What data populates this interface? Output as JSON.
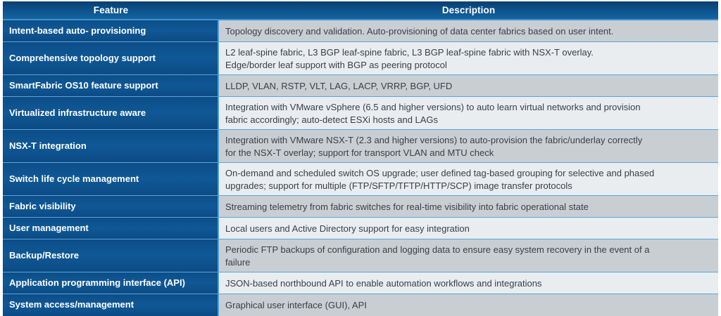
{
  "table": {
    "columns": [
      {
        "key": "feature",
        "label": "Feature"
      },
      {
        "key": "description",
        "label": "Description"
      }
    ],
    "rows": [
      {
        "feature": "Intent-based auto- provisioning",
        "lines": [
          "Topology discovery and validation. Auto-provisioning of data center fabrics based on user intent."
        ]
      },
      {
        "feature": "Comprehensive topology support",
        "lines": [
          "L2 leaf-spine fabric, L3 BGP leaf-spine fabric, L3 BGP leaf-spine fabric with NSX-T overlay.",
          "Edge/border leaf support with BGP as peering protocol"
        ]
      },
      {
        "feature": "SmartFabric OS10 feature support",
        "lines": [
          "LLDP, VLAN, RSTP, VLT, LAG, LACP, VRRP, BGP, UFD"
        ]
      },
      {
        "feature": "Virtualized infrastructure aware",
        "lines": [
          "Integration with VMware vSphere (6.5 and higher versions) to auto learn virtual networks and provision",
          "fabric accordingly; auto-detect ESXi hosts and LAGs"
        ]
      },
      {
        "feature": "NSX-T integration",
        "lines": [
          "Integration with VMware NSX-T (2.3 and higher versions) to auto-provision the fabric/underlay correctly",
          "for the NSX-T overlay; support for transport VLAN and MTU check"
        ]
      },
      {
        "feature": "Switch life cycle management",
        "lines": [
          "On-demand and scheduled switch OS upgrade; user defined tag-based grouping for selective and phased",
          "upgrades; support for multiple (FTP/SFTP/TFTP/HTTP/SCP) image transfer protocols"
        ]
      },
      {
        "feature": "Fabric visibility",
        "lines": [
          "Streaming telemetry from fabric switches for real-time visibility into fabric operational state"
        ]
      },
      {
        "feature": "User management",
        "lines": [
          "Local users and Active Directory support for easy integration"
        ]
      },
      {
        "feature": "Backup/Restore",
        "lines": [
          "Periodic FTP backups of configuration and logging data to ensure easy system recovery in the event of a",
          "failure"
        ]
      },
      {
        "feature": "Application programming interface (API)",
        "lines": [
          "JSON-based northbound API to enable automation workflows and integrations"
        ]
      },
      {
        "feature": "System access/management",
        "lines": [
          "Graphical user interface (GUI), API"
        ]
      }
    ]
  },
  "colors": {
    "header_dark": "#0a3f70",
    "header_light": "#13639f",
    "feature_cell": "#0f5896",
    "separator": "#5aa5d8",
    "row_shade_a": "#c9ced3",
    "row_shade_b": "#e9edf0",
    "text_light": "#ffffff",
    "text_body": "#3a3f44"
  }
}
